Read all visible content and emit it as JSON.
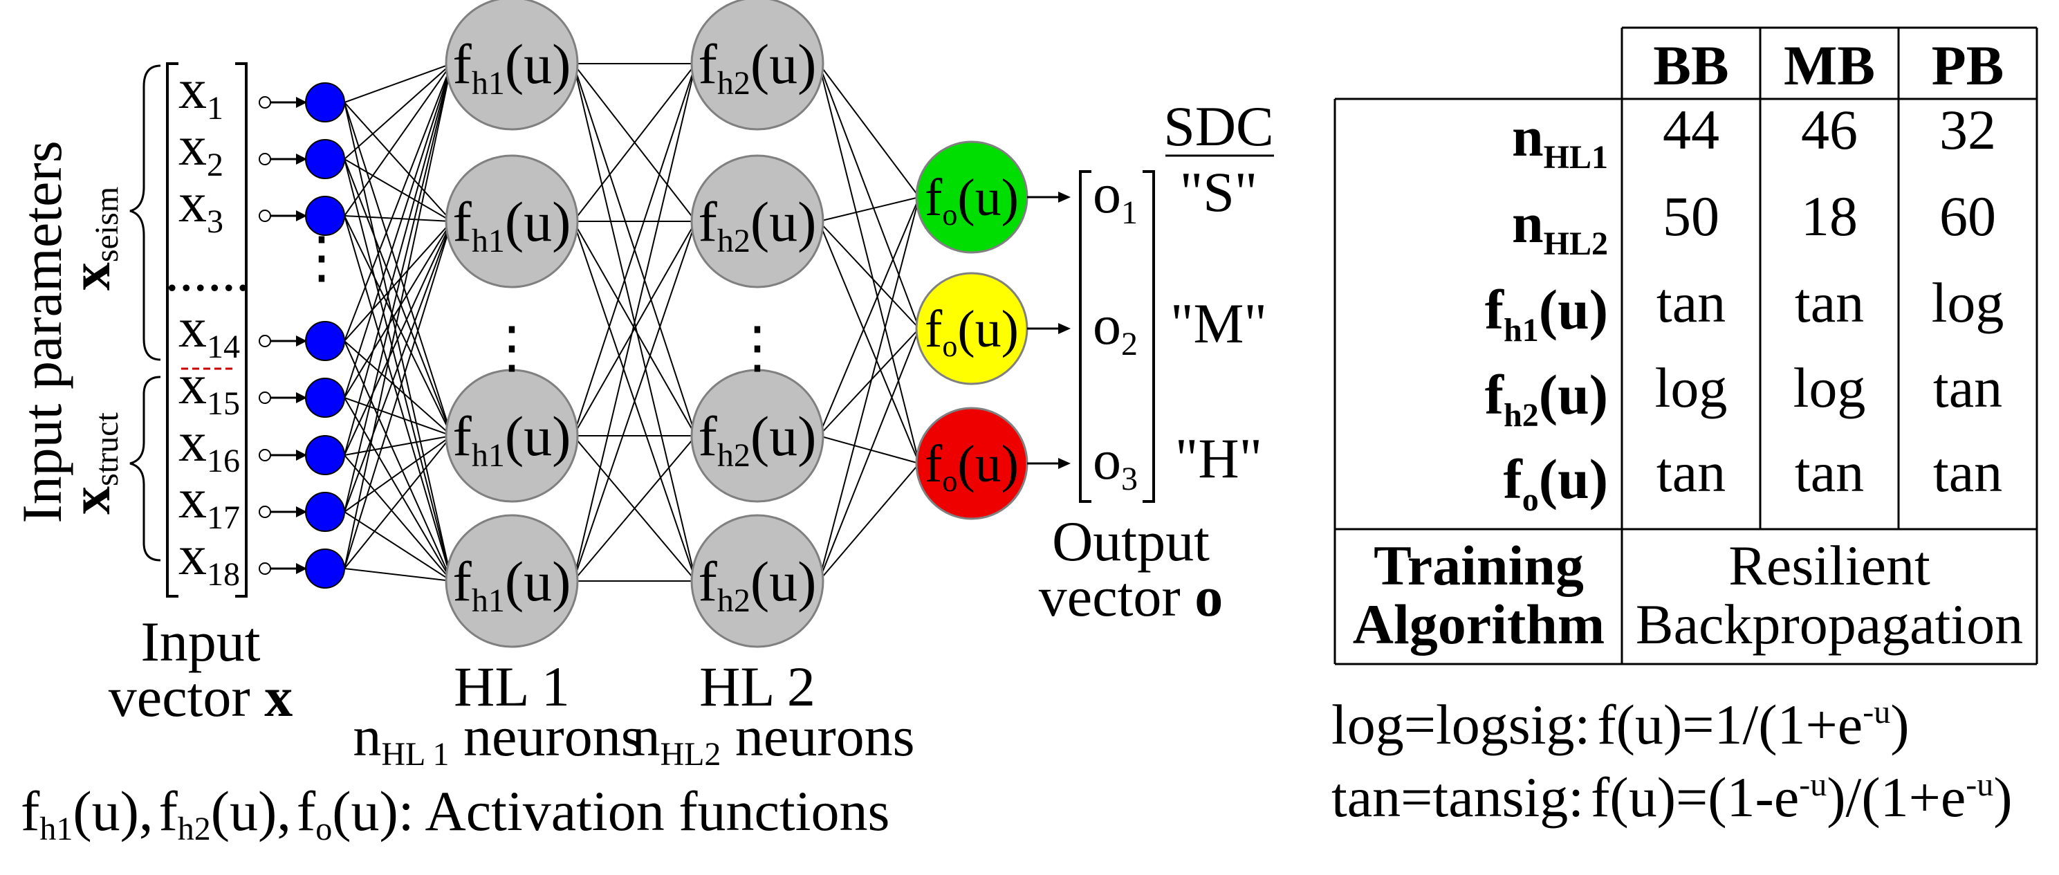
{
  "colors": {
    "input_neuron": "#0000ff",
    "hidden_neuron": "#c0c0c0",
    "hidden_stroke": "#808080",
    "output_s": "#00dd00",
    "output_m": "#ffff00",
    "output_h": "#ee0000",
    "separator": "#cc0000"
  },
  "network": {
    "input_group_label": "Input parameters",
    "seism_label": {
      "main": "x",
      "sub": "seism"
    },
    "struct_label": {
      "main": "x",
      "sub": "struct"
    },
    "input_seism": [
      {
        "main": "x",
        "sub": "1"
      },
      {
        "main": "x",
        "sub": "2"
      },
      {
        "main": "x",
        "sub": "3"
      },
      {
        "main": "x",
        "sub": "14"
      }
    ],
    "input_struct": [
      {
        "main": "x",
        "sub": "15"
      },
      {
        "main": "x",
        "sub": "16"
      },
      {
        "main": "x",
        "sub": "17"
      },
      {
        "main": "x",
        "sub": "18"
      }
    ],
    "input_vector_label": {
      "line1": "Input",
      "line2_text": "vector ",
      "line2_bold": "x"
    },
    "hl1_neuron": {
      "main": "f",
      "sub": "h1",
      "arg": "(u)"
    },
    "hl2_neuron": {
      "main": "f",
      "sub": "h2",
      "arg": "(u)"
    },
    "output_neuron": {
      "main": "f",
      "sub": "o",
      "arg": "(u)"
    },
    "hl1_label": {
      "title": "HL 1",
      "count_main": "n",
      "count_sub": "HL 1",
      "count_tail": " neurons"
    },
    "hl2_label": {
      "title": "HL 2",
      "count_main": "n",
      "count_sub": "HL2",
      "count_tail": " neurons"
    },
    "outputs": [
      {
        "main": "o",
        "sub": "1",
        "class": "\"S\""
      },
      {
        "main": "o",
        "sub": "2",
        "class": "\"M\""
      },
      {
        "main": "o",
        "sub": "3",
        "class": "\"H\""
      }
    ],
    "sdc_header": "SDC",
    "output_vector_label": {
      "line1": "Output",
      "line2_text": "vector ",
      "line2_bold": "o"
    },
    "caption": {
      "f1": "f",
      "s1": "h1",
      "a1": "(u),",
      "f2": "f",
      "s2": "h2",
      "a2": "(u),",
      "f3": "f",
      "s3": "o",
      "a3": "(u): Activation functions"
    }
  },
  "table": {
    "columns": [
      "BB",
      "MB",
      "PB"
    ],
    "rows": [
      {
        "main": "n",
        "sub": "HL1",
        "tail": "",
        "values": [
          "44",
          "46",
          "32"
        ]
      },
      {
        "main": "n",
        "sub": "HL2",
        "tail": "",
        "values": [
          "50",
          "18",
          "60"
        ]
      },
      {
        "main": "f",
        "sub": "h1",
        "tail": "(u)",
        "values": [
          "tan",
          "tan",
          "log"
        ]
      },
      {
        "main": "f",
        "sub": "h2",
        "tail": "(u)",
        "values": [
          "log",
          "log",
          "tan"
        ]
      },
      {
        "main": "f",
        "sub": "o",
        "tail": "(u)",
        "values": [
          "tan",
          "tan",
          "tan"
        ]
      }
    ],
    "training": {
      "label_line1": "Training",
      "label_line2": "Algorithm",
      "value_line1": "Resilient",
      "value_line2": "Backpropagation"
    }
  },
  "legend": {
    "log_prefix": "log=logsig:",
    "log_formula": "f(u)=1/(1+e",
    "log_sup": "-u",
    "log_end": ")",
    "tan_prefix": "tan=tansig:",
    "tan_formula_a": "f(u)=(1-e",
    "tan_sup_a": "-u",
    "tan_formula_b": ")/(1+e",
    "tan_sup_b": "-u",
    "tan_end": ")"
  }
}
